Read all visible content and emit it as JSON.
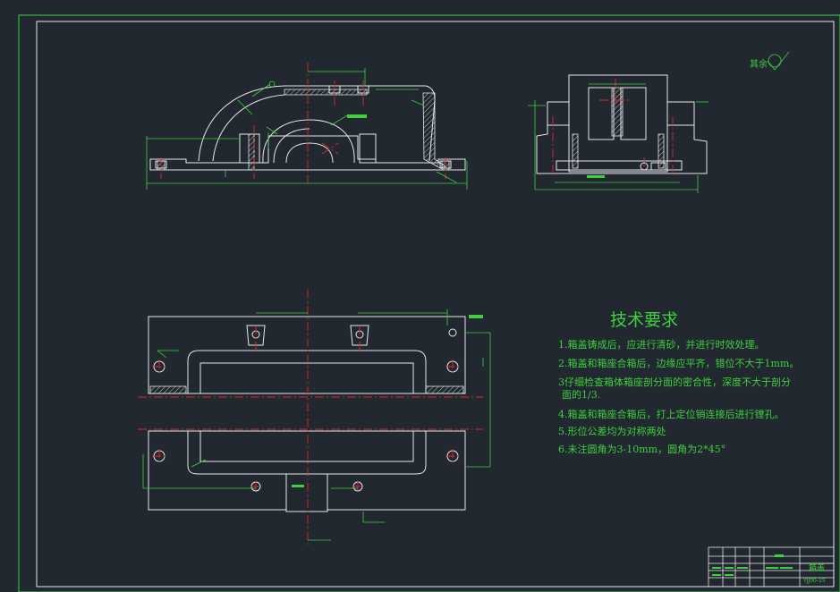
{
  "roughness_note": "其余",
  "tech_requirements": {
    "title": "技术要求",
    "items": [
      "1.箱盖铸成后，应进行清砂，并进行时效处理。",
      "2.箱盖和箱座合箱后，边缘应平齐，错位不大于1mm。",
      "3仔细检查箱体箱座剖分面的密合性，深度不大于剖分",
      "面的1/3.",
      "4.箱盖和箱座合箱后，打上定位销连接后进行镗孔。",
      "5.形位公差均为对称两处",
      "6.未注圆角为3-10mm，圆角为2*45°"
    ]
  },
  "title_block": {
    "part_name": "箱盖",
    "drawing_no": "YJJ00-15"
  },
  "colors": {
    "background": "#212830",
    "outline": "#e8e8e8",
    "dimension": "#3fcf3f",
    "centerline": "#e02828",
    "hidden": "#d83cd8"
  }
}
